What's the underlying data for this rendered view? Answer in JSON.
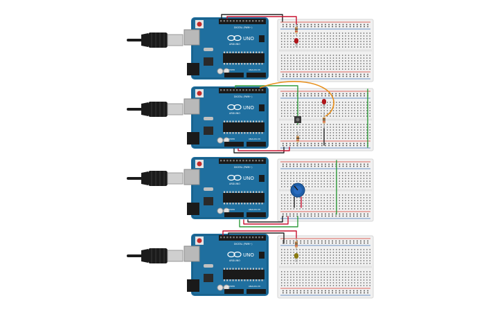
{
  "canvas": {
    "background": "#ffffff"
  },
  "labels": {
    "board_brand": "ARDUINO",
    "board_model": "UNO",
    "digital_header": "DIGITAL (PWM~)",
    "analog_header": "ANALOG IN",
    "power_header": "POWER"
  },
  "colors": {
    "board": "#1f6f9f",
    "board_dark": "#16557a",
    "breadboard": "#f0f0f0",
    "rail_red": "#d9342b",
    "rail_blue": "#3a6fb7",
    "wire_black": "#222222",
    "wire_red": "#c8102e",
    "wire_green": "#2e9b3a",
    "wire_orange": "#e8901c",
    "cable": "#1b1b1b",
    "led_red": "#b0151a",
    "led_yellow": "#8a7a10",
    "resistor": "#d9b37a",
    "pot_body": "#1f5fa8"
  },
  "circuits": [
    {
      "name": "led-circuit",
      "components": [
        "led-red",
        "resistor"
      ],
      "wires": [
        "black",
        "red"
      ]
    },
    {
      "name": "button-led-circuit",
      "components": [
        "pushbutton",
        "led-red",
        "resistor",
        "resistor"
      ],
      "wires": [
        "green",
        "orange",
        "black",
        "red"
      ]
    },
    {
      "name": "potentiometer-circuit",
      "components": [
        "potentiometer"
      ],
      "wires": [
        "green",
        "red",
        "black"
      ]
    },
    {
      "name": "led-yellow-circuit",
      "components": [
        "led-yellow",
        "resistor"
      ],
      "wires": [
        "red",
        "black"
      ]
    }
  ]
}
